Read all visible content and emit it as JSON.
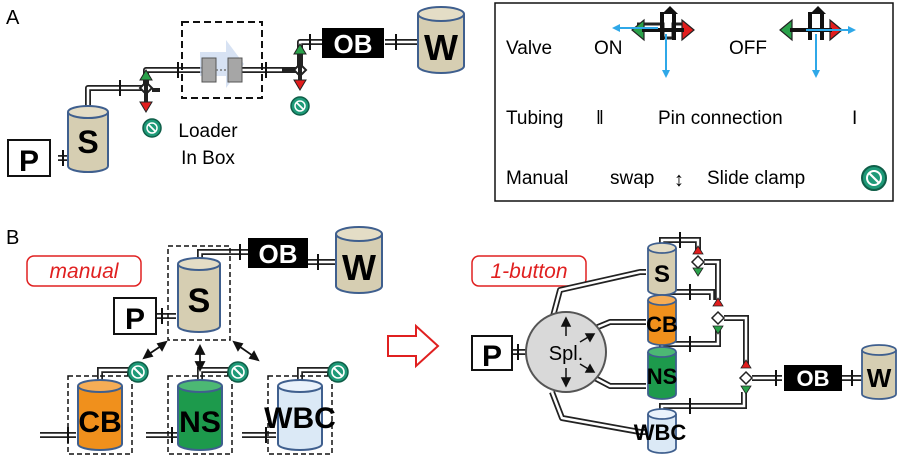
{
  "panel_a": {
    "label": "A",
    "pump": "P",
    "sample": "S",
    "loader_line1": "Loader",
    "loader_line2": "In Box",
    "ob": "OB",
    "waste": "W"
  },
  "legend": {
    "valve_label": "Valve",
    "on_label": "ON",
    "off_label": "OFF",
    "tubing_label": "Tubing",
    "tubing_symbol": "‖",
    "pin_label": "Pin connection",
    "pin_symbol": "I",
    "manual_label": "Manual",
    "swap_label": "swap",
    "swap_symbol": "↕",
    "clamp_label": "Slide clamp"
  },
  "panel_b": {
    "label": "B",
    "manual_tag": "manual",
    "button_tag": "1-button",
    "left": {
      "pump": "P",
      "sample": "S",
      "ob": "OB",
      "waste": "W",
      "cb": "CB",
      "ns": "NS",
      "wbc": "WBC"
    },
    "right": {
      "pump": "P",
      "splitter": "Spl.",
      "sample": "S",
      "cb": "CB",
      "ns": "NS",
      "wbc": "WBC",
      "ob": "OB",
      "waste": "W"
    }
  },
  "colors": {
    "tan": "#d6ceb2",
    "orange": "#f0901c",
    "green": "#1d9a4c",
    "lightblue": "#dbe9f6",
    "cyl_border": "#3f5f8e",
    "valve_green": "#2aa14a",
    "valve_red": "#e21d1d",
    "arrow_blue": "#2fa8e8",
    "clamp": "#1e9a78",
    "tag_red": "#e02020",
    "splitter": "#d9d9d9"
  }
}
